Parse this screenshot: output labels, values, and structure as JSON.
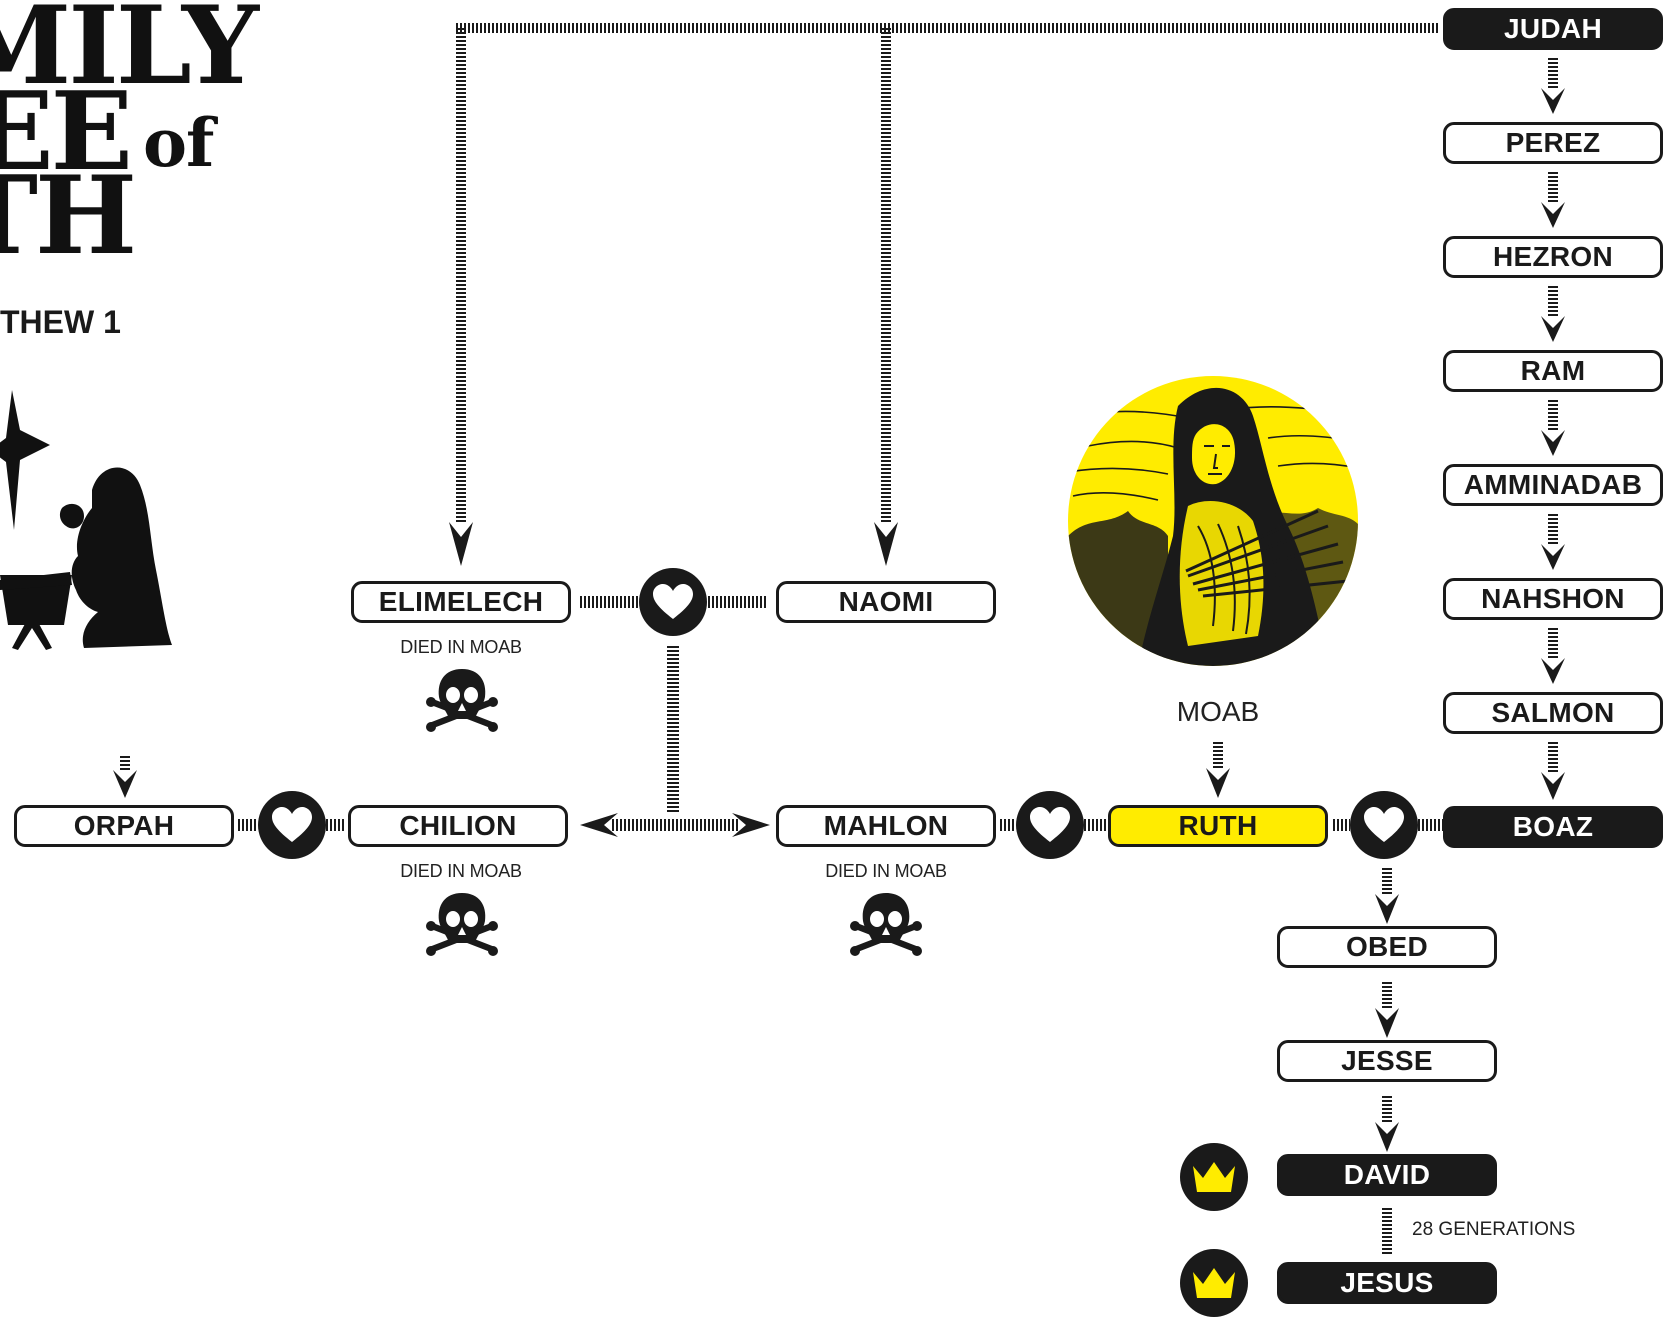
{
  "title": {
    "line1": "MILY",
    "line2": "EE",
    "line3": "of",
    "line4": "TH"
  },
  "subtitle": "THEW 1",
  "people": {
    "judah": "JUDAH",
    "perez": "PEREZ",
    "hezron": "HEZRON",
    "ram": "RAM",
    "amminadab": "AMMINADAB",
    "nahshon": "NAHSHON",
    "salmon": "SALMON",
    "boaz": "BOAZ",
    "elimelech": "ELIMELECH",
    "naomi": "NAOMI",
    "orpah": "ORPAH",
    "chilion": "CHILION",
    "mahlon": "MAHLON",
    "ruth": "RUTH",
    "obed": "OBED",
    "jesse": "JESSE",
    "david": "DAVID",
    "jesus": "JESUS"
  },
  "notes": {
    "elimelech_death": "DIED IN MOAB",
    "chilion_death": "DIED IN MOAB",
    "mahlon_death": "DIED IN MOAB",
    "ruth_origin": "MOAB",
    "generations": "28 GENERATIONS"
  },
  "icons": {
    "marriage": "heart-icon",
    "death": "skull-crossbones-icon",
    "king": "crown-icon",
    "nativity": "nativity-silhouette-icon",
    "portrait": "ruth-engraving-portrait"
  },
  "colors": {
    "ink": "#1a1a1a",
    "highlight": "#ffec00",
    "paper": "#ffffff"
  }
}
